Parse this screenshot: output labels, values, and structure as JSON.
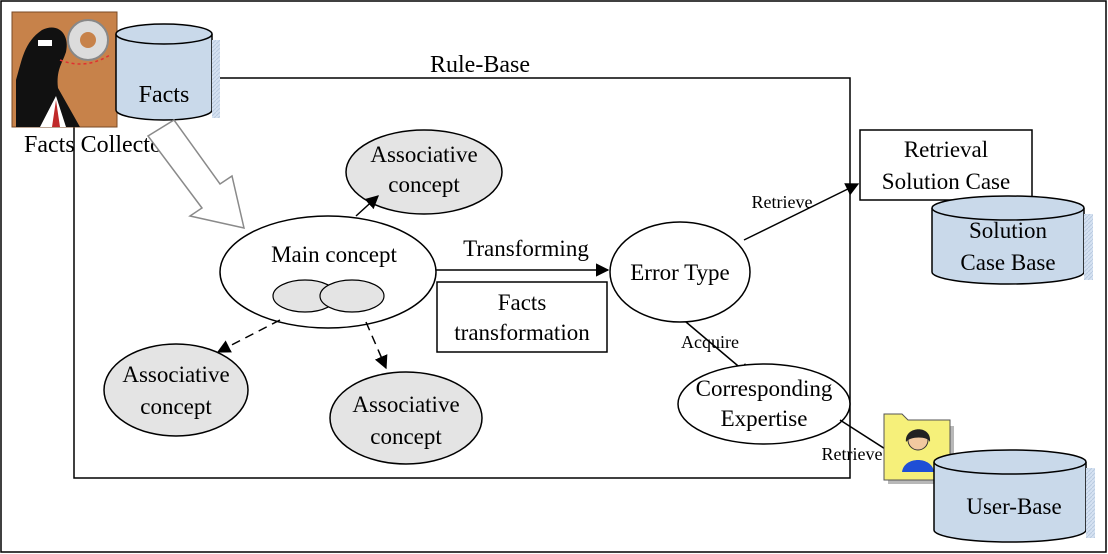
{
  "diagram": {
    "rule_base_label": "Rule-Base",
    "facts_db_label": "Facts",
    "facts_collector_label": "Facts Collector",
    "main_concept_label": "Main concept",
    "associative_concept_top": [
      "Associative",
      "concept"
    ],
    "associative_concept_left": [
      "Associative",
      "concept"
    ],
    "associative_concept_bottom": [
      "Associative",
      "concept"
    ],
    "transforming_label": "Transforming",
    "facts_transformation_label": [
      "Facts",
      "transformation"
    ],
    "error_type_label": "Error Type",
    "retrieve_label_top": "Retrieve",
    "retrieval_solution_case_label": [
      "Retrieval",
      "Solution Case"
    ],
    "solution_case_base_label": [
      "Solution",
      "Case Base"
    ],
    "acquire_label": "Acquire",
    "corresponding_expertise_label": [
      "Corresponding",
      "Expertise"
    ],
    "retrieve_label_bottom": "Retrieve",
    "user_base_label": "User-Base",
    "colors": {
      "concept_fill": "#e4e4e4",
      "db_fill": "#c9d9ea",
      "db_shadow": "#d6e2f2",
      "arrow_outline_fill": "#ffffff"
    },
    "icons": [
      "facts-collector-person-icon",
      "user-folder-icon"
    ]
  }
}
